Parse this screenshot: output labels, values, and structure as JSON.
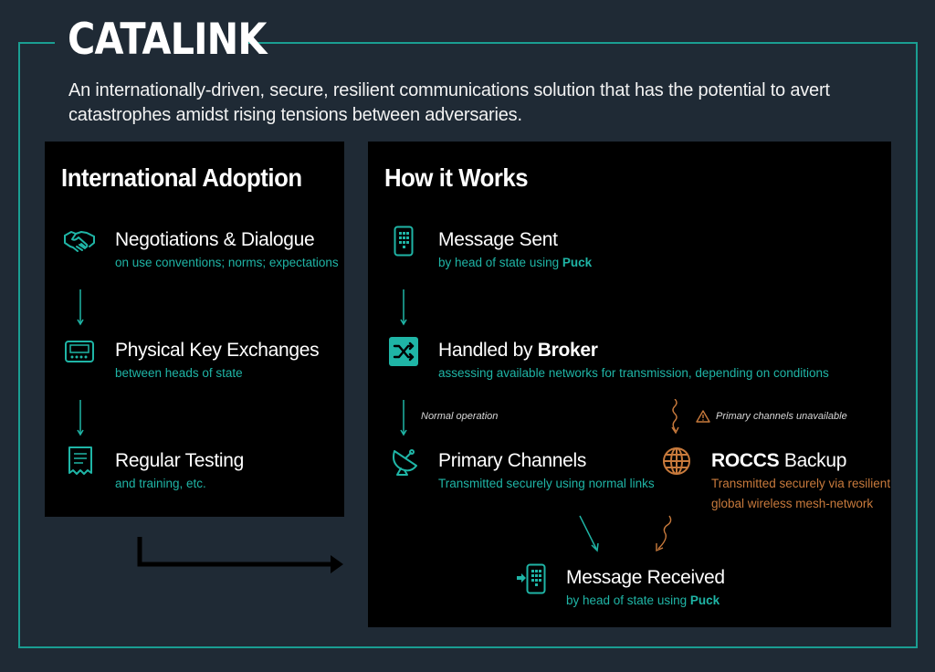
{
  "header": {
    "title": "CATALINK",
    "subtitle": "An internationally-driven, secure, resilient communications solution that has the potential to avert catastrophes amidst rising tensions between adversaries."
  },
  "colors": {
    "teal": "#1a9e92",
    "orange": "#c87a3c",
    "background": "#1f2a35",
    "panel": "#000000"
  },
  "adoption": {
    "title": "International Adoption",
    "steps": [
      {
        "icon": "handshake-icon",
        "title": "Negotiations & Dialogue",
        "sub": "on use conventions; norms; expectations"
      },
      {
        "icon": "key-device-icon",
        "title": "Physical Key Exchanges",
        "sub": "between heads of state"
      },
      {
        "icon": "receipt-icon",
        "title": "Regular Testing",
        "sub": "and training, etc."
      }
    ]
  },
  "how": {
    "title": "How it Works",
    "sent": {
      "icon": "phone-icon",
      "title": "Message Sent",
      "sub_pre": "by head of state using ",
      "sub_bold": "Puck"
    },
    "broker": {
      "icon": "shuffle-icon",
      "title_pre": "Handled by ",
      "title_bold": "Broker",
      "sub": "assessing available networks for transmission, depending on conditions"
    },
    "note_normal": "Normal operation",
    "note_unavailable": "Primary channels unavailable",
    "primary": {
      "icon": "satellite-dish-icon",
      "title": "Primary Channels",
      "sub": "Transmitted securely using normal links"
    },
    "roccs": {
      "icon": "globe-icon",
      "title_bold": "ROCCS",
      "title_rest": " Backup",
      "sub_line1": "Transmitted securely via resilient",
      "sub_line2": "global wireless mesh-network"
    },
    "received": {
      "icon": "phone-receive-icon",
      "title": "Message Received",
      "sub_pre": "by head of state using ",
      "sub_bold": "Puck"
    }
  }
}
